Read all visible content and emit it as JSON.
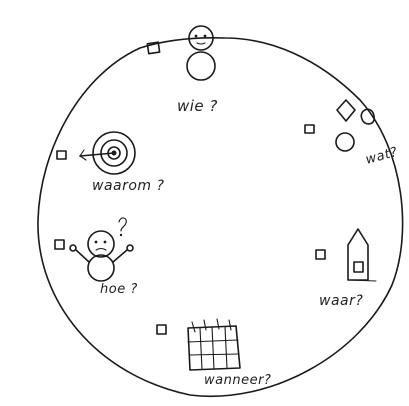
{
  "labels": {
    "wie": "wie ?",
    "wat": "wat?",
    "waarom": "waarom ?",
    "hoe": "hoe ?",
    "waar": "waar?",
    "wanneer": "wanneer?"
  },
  "icons": [
    "person-icon",
    "shapes-icon",
    "target-icon",
    "confused-person-icon",
    "house-icon",
    "calendar-icon",
    "checkbox-icon"
  ]
}
